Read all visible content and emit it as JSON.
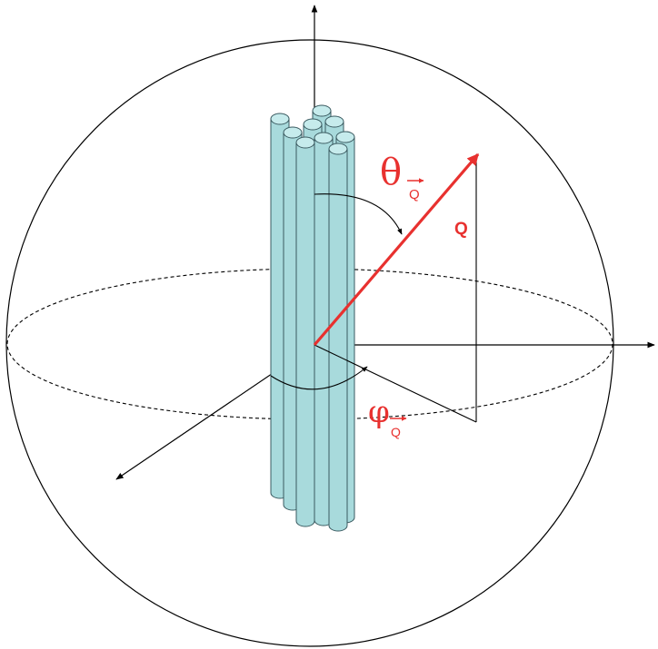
{
  "colors": {
    "background": "#ffffff",
    "lines": "#000000",
    "vector": "#e8312f",
    "rod_fill": "#a8dadc",
    "rod_stroke": "#3a5a60"
  },
  "labels": {
    "theta_symbol": "θ",
    "phi_symbol": "φ",
    "subscript": "Q",
    "vector_label": "Q"
  }
}
